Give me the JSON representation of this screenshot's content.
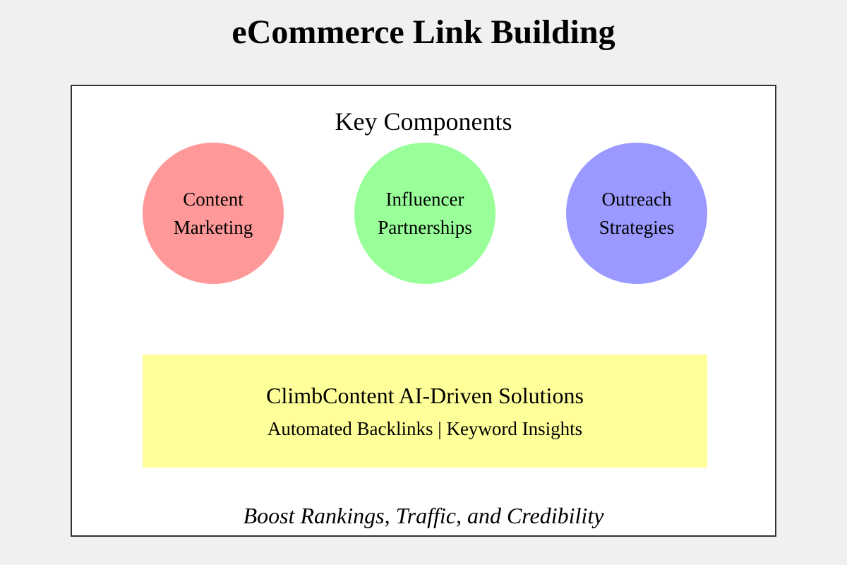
{
  "title": "eCommerce Link Building",
  "section_title": "Key Components",
  "components": [
    {
      "line1": "Content",
      "line2": "Marketing",
      "color": "#ff9999"
    },
    {
      "line1": "Influencer",
      "line2": "Partnerships",
      "color": "#99ff99"
    },
    {
      "line1": "Outreach",
      "line2": "Strategies",
      "color": "#9999ff"
    }
  ],
  "solutions": {
    "title": "ClimbContent AI-Driven Solutions",
    "features": "Automated Backlinks | Keyword Insights",
    "color": "#ffff99"
  },
  "tagline": "Boost Rankings, Traffic, and Credibility"
}
